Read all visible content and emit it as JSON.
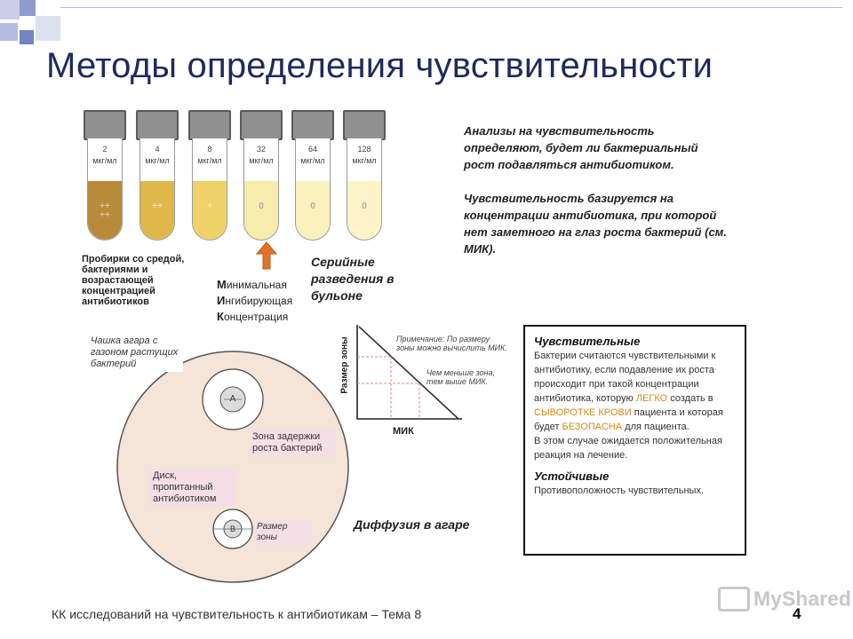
{
  "title": "Методы определения чувствительности",
  "tubes": [
    {
      "conc": "2",
      "unit": "мкг/мл",
      "growth": "++\n++",
      "color": "#b88a3a"
    },
    {
      "conc": "4",
      "unit": "мкг/мл",
      "growth": "++",
      "color": "#e0b84a"
    },
    {
      "conc": "8",
      "unit": "мкг/мл",
      "growth": "+",
      "color": "#efd26a"
    },
    {
      "conc": "32",
      "unit": "мкг/мл",
      "growth": "0",
      "color": "#f8ecaa"
    },
    {
      "conc": "64",
      "unit": "мкг/мл",
      "growth": "0",
      "color": "#fbf1bc"
    },
    {
      "conc": "128",
      "unit": "мкг/мл",
      "growth": "0",
      "color": "#fcf4c8"
    }
  ],
  "tubes_caption": "Пробирки со средой, бактериями и возрастающей концентрацией антибиотиков",
  "mic": {
    "l1_first": "М",
    "l1_rest": "инимальная",
    "l2_first": "И",
    "l2_rest": "нгибирующая",
    "l3_first": "К",
    "l3_rest": "онцентрация"
  },
  "serial_dilution": "Серийные разведения в бульоне",
  "right_text": {
    "p1": "Анализы на чувствительность определяют, будет ли бактериальный рост подавляться антибиотиком.",
    "p2": "Чувствительность базируется на концентрации антибиотика, при которой нет заметного на глаз роста бактерий (см. МИК)."
  },
  "agar": {
    "dish_label": "Чашка агара с газоном растущих бактерий",
    "zone_label": "Зона задержки роста бактерий",
    "disk_label": "Диск, пропитанный антибиотиком",
    "size_label": "Размер зоны",
    "disk_a": "A",
    "disk_b": "B",
    "method": "Диффузия в агаре"
  },
  "graph": {
    "ylabel": "Размер зоны",
    "xlabel": "МИК",
    "note1": "Примечание: По размеру зоны можно вычислить МИК.",
    "note2": "Чем меньше зона, тем выше МИК."
  },
  "box": {
    "sens_head": "Чувствительные",
    "sens_t1": "Бактерии считаются чувствительными к антибиотику, если подавление их роста происходит при такой концентрации антибиотика, которую ",
    "sens_hl1": "ЛЕГКО",
    "sens_t2": " создать в ",
    "sens_hl2": "СЫВОРОТКЕ КРОВИ",
    "sens_t3": " пациента и которая будет ",
    "sens_hl3": "БЕЗОПАСНА",
    "sens_t4": " для пациента.",
    "sens_t5": "В этом случае ожидается положительная реакция на лечение.",
    "res_head": "Устойчивые",
    "res_text": "Противоположность чувствительных."
  },
  "footer": "КК исследований на чувствительность к антибиотикам – Тема 8",
  "page_number": "4",
  "watermark": "MyShared",
  "colors": {
    "title": "#1f2a5c",
    "highlight": "#d68a1a",
    "agar": "#f5e4d8",
    "arrow": "#e0742a"
  }
}
